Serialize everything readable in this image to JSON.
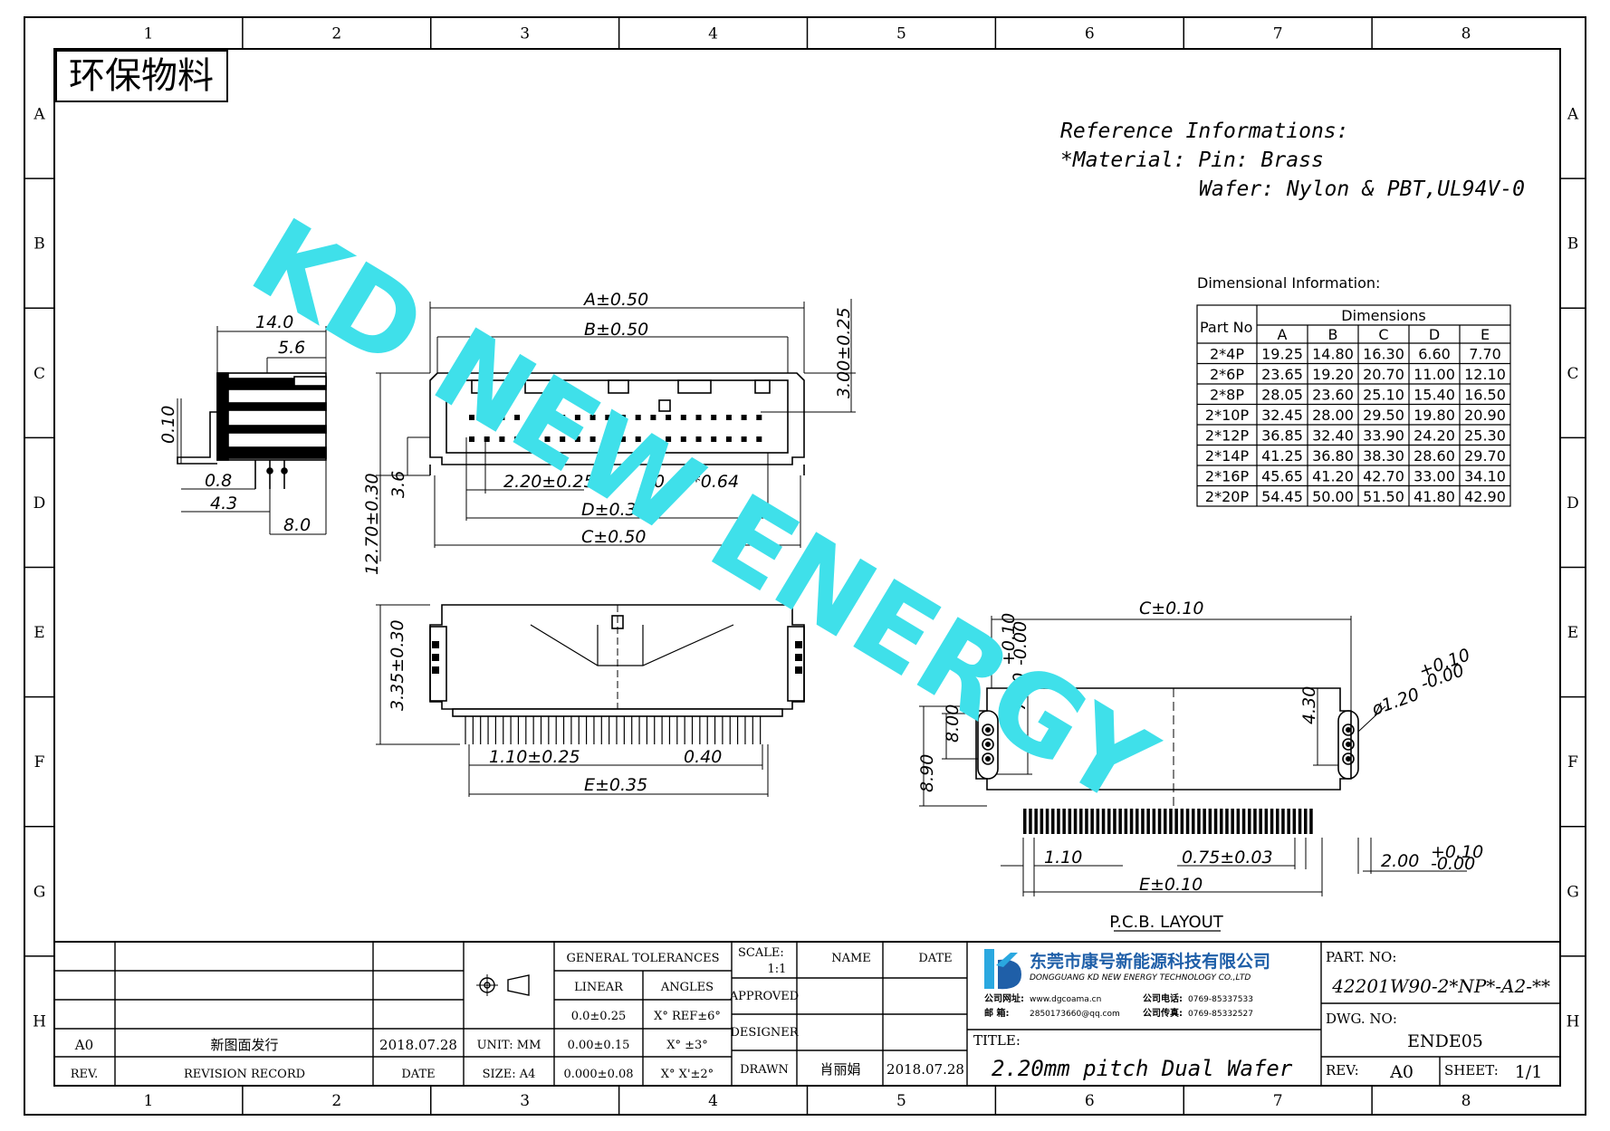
{
  "border": {
    "columns": [
      "1",
      "2",
      "3",
      "4",
      "5",
      "6",
      "7",
      "8"
    ],
    "rows": [
      "A",
      "B",
      "C",
      "D",
      "E",
      "F",
      "G",
      "H"
    ]
  },
  "stamp": "环保物料",
  "watermark": "KD NEW ENERGY",
  "reference": {
    "line1": "Reference Informations:",
    "line2": "*Material: Pin: Brass",
    "line3": "Wafer: Nylon & PBT,UL94V-0"
  },
  "dim_table": {
    "title": "Dimensional Information:",
    "part_header": "Part No",
    "group_header": "Dimensions",
    "columns": [
      "A",
      "B",
      "C",
      "D",
      "E"
    ],
    "rows": [
      {
        "part": "2*4P",
        "vals": [
          "19.25",
          "14.80",
          "16.30",
          "6.60",
          "7.70"
        ]
      },
      {
        "part": "2*6P",
        "vals": [
          "23.65",
          "19.20",
          "20.70",
          "11.00",
          "12.10"
        ]
      },
      {
        "part": "2*8P",
        "vals": [
          "28.05",
          "23.60",
          "25.10",
          "15.40",
          "16.50"
        ]
      },
      {
        "part": "2*10P",
        "vals": [
          "32.45",
          "28.00",
          "29.50",
          "19.80",
          "20.90"
        ]
      },
      {
        "part": "2*12P",
        "vals": [
          "36.85",
          "32.40",
          "33.90",
          "24.20",
          "25.30"
        ]
      },
      {
        "part": "2*14P",
        "vals": [
          "41.25",
          "36.80",
          "38.30",
          "28.60",
          "29.70"
        ]
      },
      {
        "part": "2*16P",
        "vals": [
          "45.65",
          "41.20",
          "42.70",
          "33.00",
          "34.10"
        ]
      },
      {
        "part": "2*20P",
        "vals": [
          "54.45",
          "50.00",
          "51.50",
          "41.80",
          "42.90"
        ]
      }
    ]
  },
  "dims": {
    "side_14": "14.0",
    "side_56": "5.6",
    "side_010": "0.10",
    "side_08": "0.8",
    "side_43": "4.3",
    "side_80": "8.0",
    "front_a": "A±0.50",
    "front_b": "B±0.50",
    "front_300": "3.00±0.25",
    "front_1270": "12.70±0.30",
    "front_36": "3.6",
    "front_220": "2.20±0.25",
    "front_064": "0.64*0.64",
    "front_d": "D±0.35",
    "front_c": "C±0.50",
    "top_335": "3.35±0.30",
    "top_110": "1.10±0.25",
    "top_040": "0.40",
    "top_e": "E±0.35",
    "pcb_c": "C±0.10",
    "pcb_740": "7.40",
    "pcb_740_tol_up": "+0.10",
    "pcb_740_tol_dn": "-0.00",
    "pcb_800": "8.00",
    "pcb_890": "8.90",
    "pcb_430": "4.30",
    "pcb_hole": "ø1.20",
    "pcb_hole_tol_up": "+0.10",
    "pcb_hole_tol_dn": "-0.00",
    "pcb_110": "1.10",
    "pcb_075": "0.75±0.03",
    "pcb_200": "2.00",
    "pcb_200_tol_up": "+0.10",
    "pcb_200_tol_dn": "-0.00",
    "pcb_e": "E±0.10",
    "pcb_caption": "P.C.B. LAYOUT"
  },
  "title_block": {
    "rev_row": {
      "rev": "A0",
      "record": "新图面发行",
      "date": "2018.07.28"
    },
    "rev_header": {
      "rev": "REV.",
      "record": "REVISION RECORD",
      "date": "DATE"
    },
    "general_tolerances": "GENERAL TOLERANCES",
    "linear": "LINEAR",
    "angles": "ANGLES",
    "lin1": "0.0±0.25",
    "ang1": "X° REF±6°",
    "lin2": "0.00±0.15",
    "ang2": "X° ±3°",
    "lin3": "0.000±0.08",
    "ang3": "X° X'±2°",
    "unit": "UNIT: MM",
    "size": "SIZE: A4",
    "scale_label": "SCALE:",
    "scale_value": "1:1",
    "name": "NAME",
    "date": "DATE",
    "approved": "APPROVED",
    "designer": "DESIGNER",
    "drawn": "DRAWN",
    "drawn_name": "肖丽娟",
    "drawn_date": "2018.07.28",
    "company_cn": "东莞市康号新能源科技有限公司",
    "company_en": "DONGGUANG KD NEW ENERGY TECHNOLOGY CO.,LTD",
    "site_label": "公司网址:",
    "site_value": "www.dgcoama.cn",
    "phone_label": "公司电话:",
    "phone_value": "0769-85337533",
    "mail_label": "邮 箱:",
    "mail_value": "2850173660@qq.com",
    "fax_label": "公司传真:",
    "fax_value": "0769-85332527",
    "title_label": "TITLE:",
    "title_value": "2.20mm pitch Dual Wafer",
    "part_label": "PART. NO:",
    "part_value": "42201W90-2*NP*-A2-**",
    "dwg_label": "DWG. NO:",
    "dwg_value": "ENDE05",
    "rev_label": "REV:",
    "rev_value": "A0",
    "sheet_label": "SHEET:",
    "sheet_value": "1/1"
  }
}
